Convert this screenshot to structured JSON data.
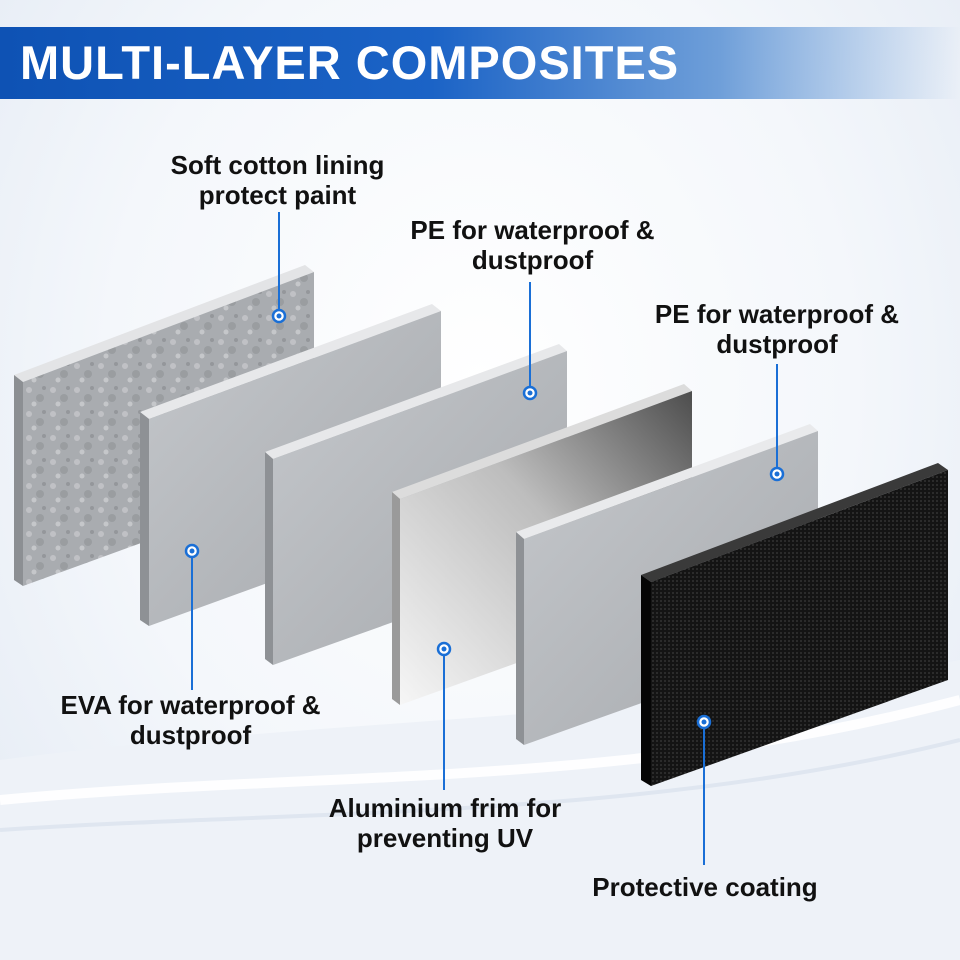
{
  "header": {
    "title": "MULTI-LAYER COMPOSITES"
  },
  "colors": {
    "banner": "#1257bb",
    "leader": "#1a6fd6",
    "text": "#111111"
  },
  "layers": [
    {
      "id": "cotton",
      "line1": "Soft cotton lining",
      "line2": "protect paint"
    },
    {
      "id": "eva",
      "line1": "EVA for waterproof &",
      "line2": "dustproof"
    },
    {
      "id": "pe1",
      "line1": "PE for waterproof &",
      "line2": "dustproof"
    },
    {
      "id": "aluminium",
      "line1": "Aluminium frim for",
      "line2": "preventing UV"
    },
    {
      "id": "pe2",
      "line1": "PE for waterproof &",
      "line2": "dustproof"
    },
    {
      "id": "coating",
      "line1": "Protective coating",
      "line2": ""
    }
  ]
}
